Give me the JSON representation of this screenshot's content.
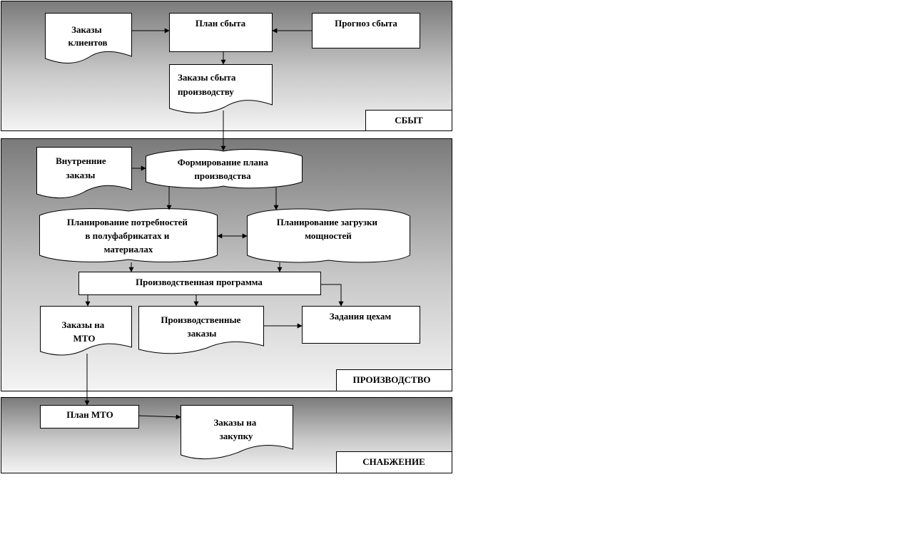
{
  "sections": {
    "sales": "СБЫТ",
    "production": "ПРОИЗВОДСТВО",
    "supply": "СНАБЖЕНИЕ"
  },
  "nodes": {
    "customer_orders": [
      "Заказы",
      "клиентов"
    ],
    "sales_plan": [
      "План сбыта"
    ],
    "sales_forecast": [
      "Прогноз сбыта"
    ],
    "sales_orders_to_production": [
      "Заказы сбыта",
      "производству"
    ],
    "internal_orders": [
      "Внутренние",
      "заказы"
    ],
    "production_plan_forming": [
      "Формирование плана",
      "производства"
    ],
    "material_requirements_planning": [
      "Планирование потребностей",
      "в полуфабрикатах и",
      "материалах"
    ],
    "capacity_planning": [
      "Планирование загрузки",
      "мощностей"
    ],
    "production_program": [
      "Производственная программа"
    ],
    "mto_orders": [
      "Заказы на",
      "МТО"
    ],
    "production_orders": [
      "Производственные",
      "заказы"
    ],
    "shop_tasks": [
      "Задания цехам"
    ],
    "mto_plan": [
      "План МТО"
    ],
    "purchase_orders": [
      "Заказы на",
      "закупку"
    ]
  }
}
